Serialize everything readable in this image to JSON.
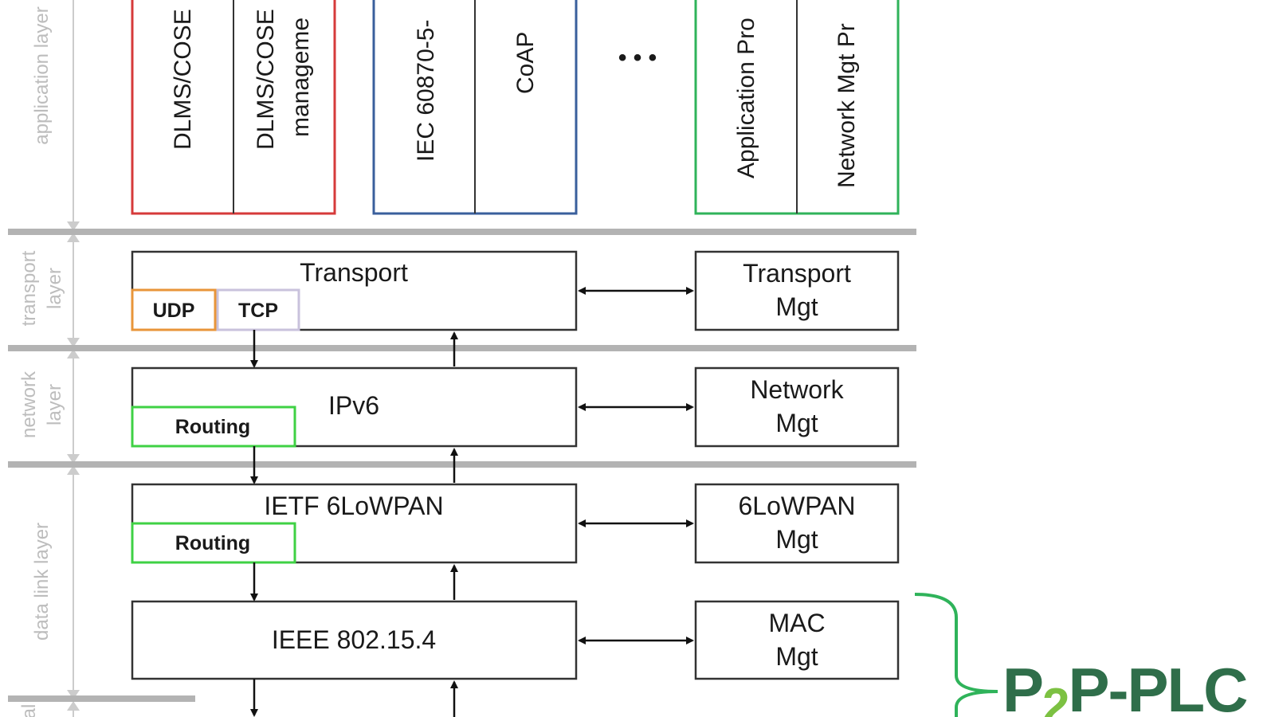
{
  "colors": {
    "dlms_border": "#d63a3a",
    "iec_border": "#3a5f9c",
    "app_border": "#2fb35a",
    "udp_border": "#e8953a",
    "tcp_border": "#c9c2dc",
    "routing_border": "#3fd144",
    "separator": "#b3b3b3",
    "brand_dark": "#2f6e4a",
    "brand_light": "#7cc142"
  },
  "layers": {
    "application": "application layer",
    "transport_1": "transport",
    "transport_2": "layer",
    "network_1": "network",
    "network_2": "layer",
    "datalink": "data link layer",
    "physical": "al"
  },
  "application": {
    "dlms_1": "DLMS/COSE",
    "dlms_2a": "DLMS/COSE",
    "dlms_2b": "manageme",
    "iec": "IEC 60870-5-",
    "coap": "CoAP",
    "ellipsis": "• • •",
    "app_profile": "Application Pro",
    "net_mgt_profile": "Network Mgt Pr"
  },
  "transport": {
    "title": "Transport",
    "udp": "UDP",
    "tcp": "TCP",
    "mgt_1": "Transport",
    "mgt_2": "Mgt"
  },
  "network": {
    "title": "IPv6",
    "routing": "Routing",
    "mgt_1": "Network",
    "mgt_2": "Mgt"
  },
  "sixlowpan": {
    "title": "IETF 6LoWPAN",
    "routing": "Routing",
    "mgt_1": "6LoWPAN",
    "mgt_2": "Mgt"
  },
  "mac": {
    "title": "IEEE 802.15.4",
    "mgt_1": "MAC",
    "mgt_2": "Mgt"
  },
  "brand": {
    "p": "P",
    "two": "2",
    "rest": "P-PLC"
  }
}
